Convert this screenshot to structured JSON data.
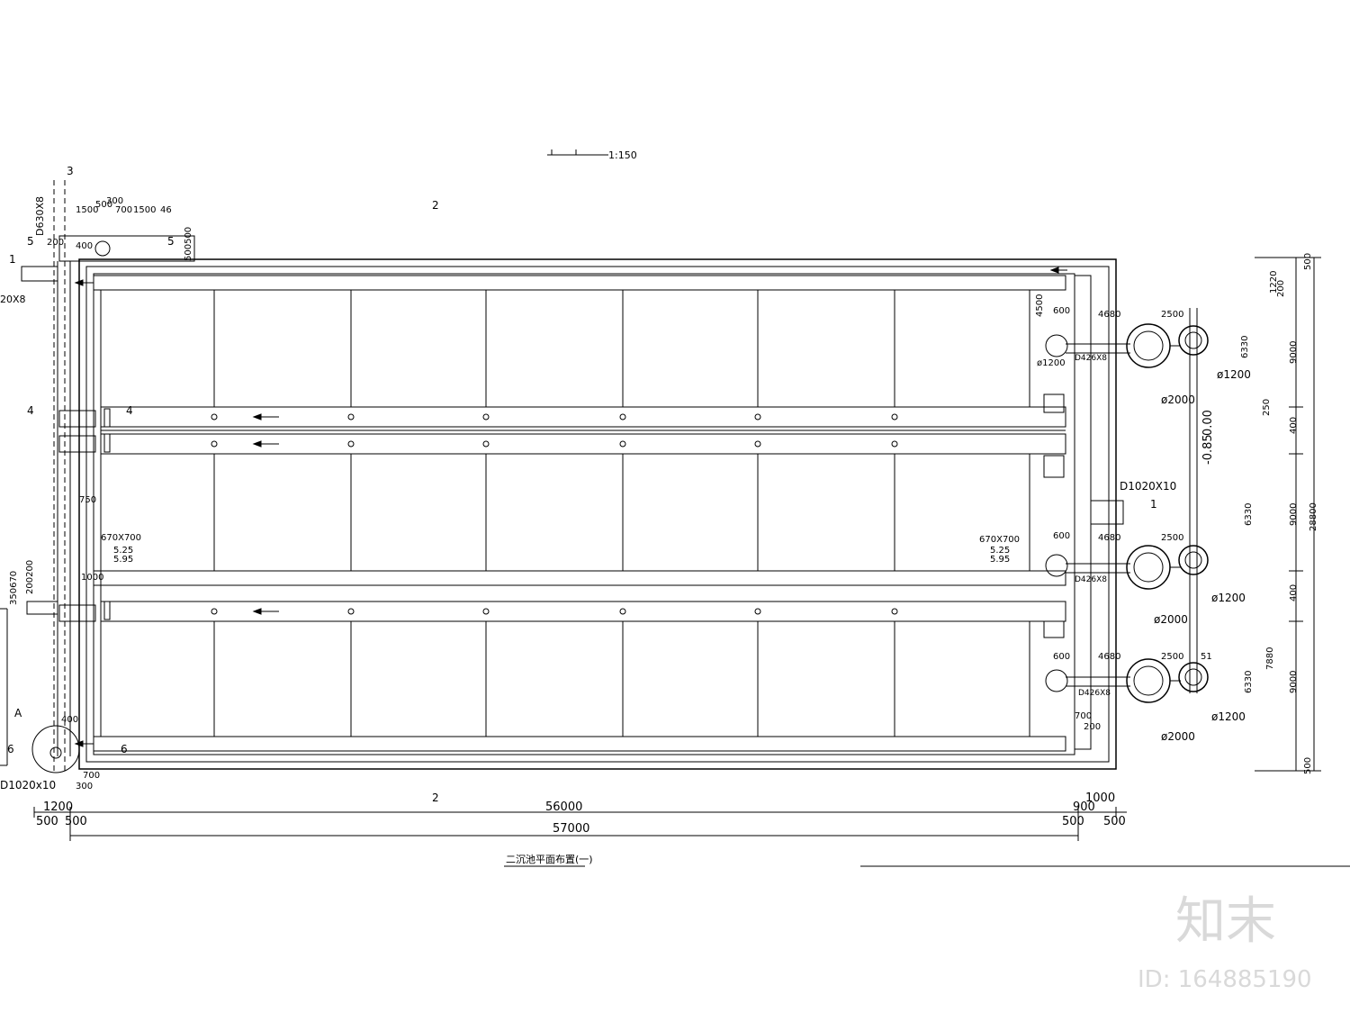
{
  "section_scale": "1:150",
  "plan_title": "二沉池平面布置(一)",
  "section_marks": {
    "m1": "1",
    "m2": "2",
    "m3": "3",
    "m4": "4",
    "m5": "5",
    "m6": "6"
  },
  "pipes": {
    "d630": "D630X8",
    "d1020": "D1020X10",
    "d1020_left": "D1020x10",
    "d426": "D426X8",
    "left_pipe_frag": "20X8",
    "opening": "670X700",
    "elev_a": "5.25",
    "elev_b": "5.95"
  },
  "wells": {
    "valve_well_d": "ø2000",
    "sludge_well_d": "ø1200",
    "a_mark": "A"
  },
  "elevation_text": "-0.85",
  "elevation_text2": "0.00",
  "dims_bottom": {
    "d1200": "1200",
    "d56000": "56000",
    "d1000": "1000",
    "d900": "900",
    "d500a": "500",
    "d500b": "500",
    "d57000": "57000",
    "d500c": "500",
    "d500d": "500",
    "d300": "300",
    "d700": "700"
  },
  "dims_top": {
    "t1500": "1500",
    "t500": "500",
    "t300": "300",
    "t700": "700",
    "t1500b": "1500",
    "t46": "46",
    "t200": "200",
    "t400": "400",
    "t500500": "500500"
  },
  "dims_right": {
    "r500a": "500",
    "r500b": "500",
    "r9000a": "9000",
    "r9000b": "9000",
    "r9000c": "9000",
    "r400a": "400",
    "r400b": "400",
    "r6330a": "6330",
    "r6330b": "6330",
    "r6330c": "6330",
    "r7880": "7880",
    "r28800": "28800",
    "r250": "250",
    "r200": "200",
    "r1220": "1220"
  },
  "dims_misc": {
    "d4680a": "4680",
    "d4680b": "4680",
    "d4680c": "4680",
    "d2500a": "2500",
    "d2500b": "2500",
    "d2500c": "2500",
    "d600a": "600",
    "d600b": "600",
    "d600c": "600",
    "d4500": "4500",
    "d750": "750",
    "d1000m": "1000",
    "d400m": "400",
    "d700m": "700",
    "d200m": "200",
    "d51": "51",
    "d350670": "350670",
    "d200200": "200200"
  },
  "watermark": {
    "logo": "知末",
    "id": "ID: 164885190"
  }
}
